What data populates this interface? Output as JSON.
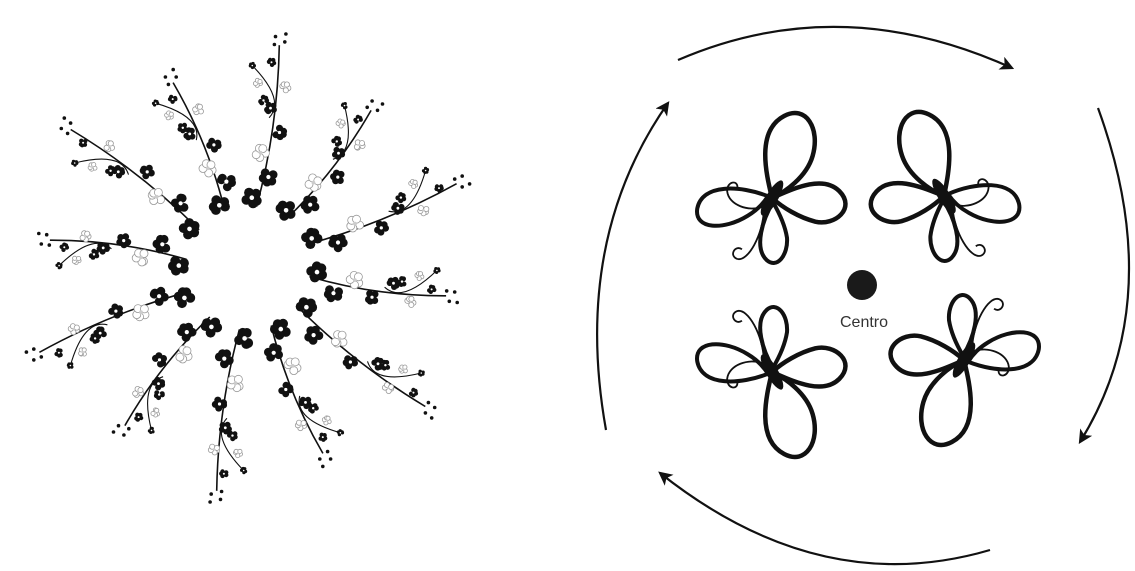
{
  "left_figure": {
    "motif": "radial-flowering-branches",
    "branch_count": 12,
    "ink_color": "#111111",
    "blossom_color": "#111111"
  },
  "right_figure": {
    "center_label": "Centro",
    "center_dot_color": "#1a1a1a",
    "butterfly_count": 4,
    "rotation_direction": "clockwise",
    "arrow_count": 4,
    "icons": [
      "butterfly-icon",
      "arrow-icon",
      "center-dot-icon"
    ]
  }
}
